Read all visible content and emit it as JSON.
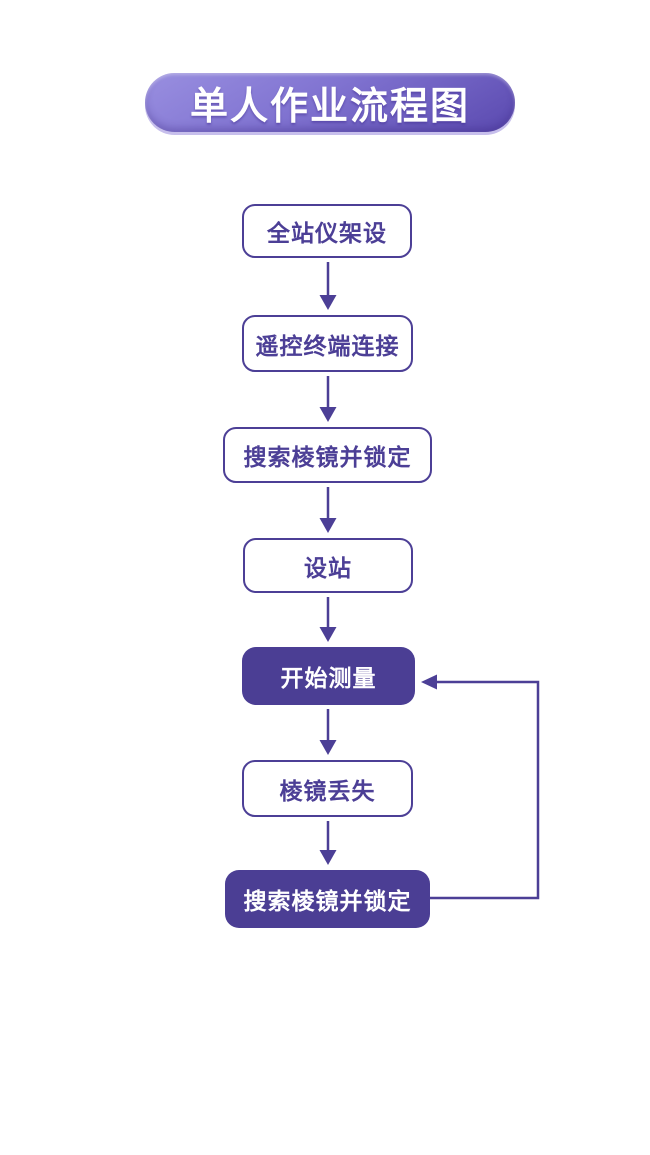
{
  "title": "单人作业流程图",
  "colors": {
    "primary": "#4C3F96",
    "node-fill": "#4B3E94",
    "banner-light": "#998FE0",
    "banner-mid": "#8275D2",
    "banner-dark": "#5A49AF",
    "banner-lip": "#C7BFEC",
    "background": "#FFFFFF"
  },
  "flow": {
    "direction": "vertical",
    "nodes": [
      {
        "label": "全站仪架设",
        "style": "outline"
      },
      {
        "label": "遥控终端连接",
        "style": "outline"
      },
      {
        "label": "搜索棱镜并锁定",
        "style": "outline"
      },
      {
        "label": "设站",
        "style": "outline"
      },
      {
        "label": "开始测量",
        "style": "filled"
      },
      {
        "label": "棱镜丢失",
        "style": "outline"
      },
      {
        "label": "搜索棱镜并锁定",
        "style": "filled"
      }
    ],
    "loop": {
      "from": "搜索棱镜并锁定",
      "to": "开始测量"
    }
  }
}
